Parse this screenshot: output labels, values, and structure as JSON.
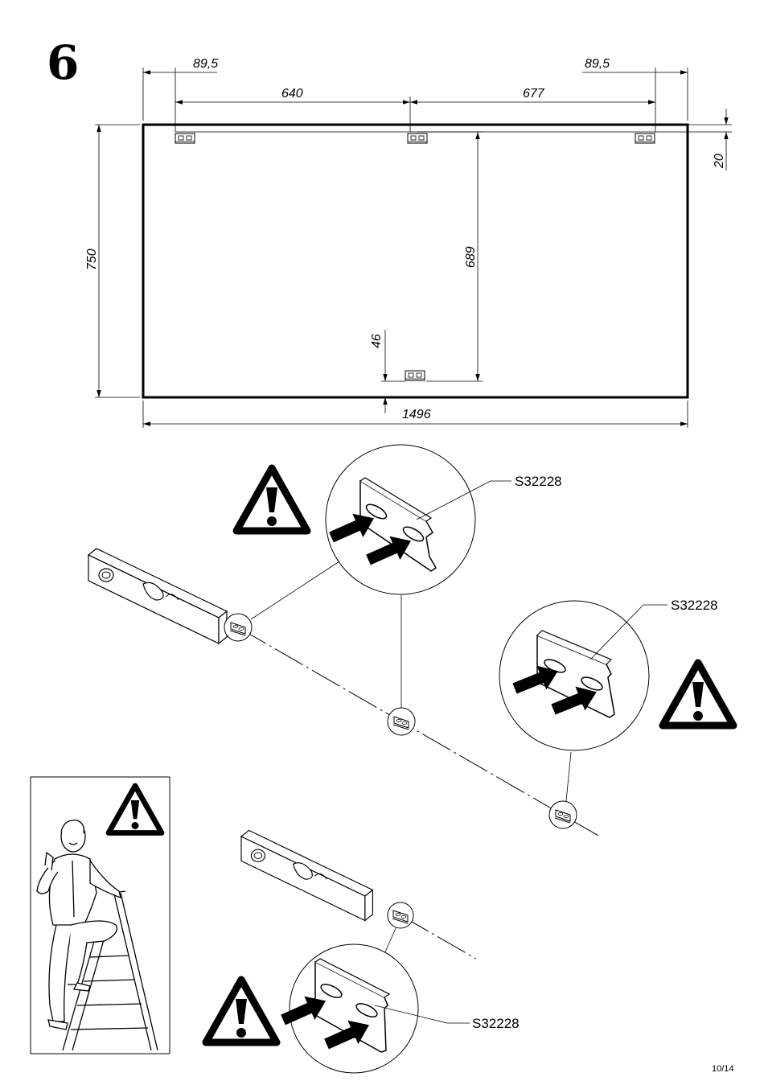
{
  "step_number": "6",
  "dimensions": {
    "left_offset": "89,5",
    "right_offset": "89,5",
    "span_left": "640",
    "span_right": "677",
    "top_clearance": "20",
    "height": "750",
    "hanger_drop": "689",
    "bottom_offset": "46",
    "width": "1496"
  },
  "part_labels": {
    "top_callout": "S32228",
    "right_callout": "S32228",
    "bottom_callout": "S32228"
  },
  "page_number": "10/14",
  "icons": [
    "warning-icon",
    "spirit-level-icon",
    "wall-hanger-bracket-icon",
    "person-on-ladder-illustration",
    "arrow-icon"
  ]
}
